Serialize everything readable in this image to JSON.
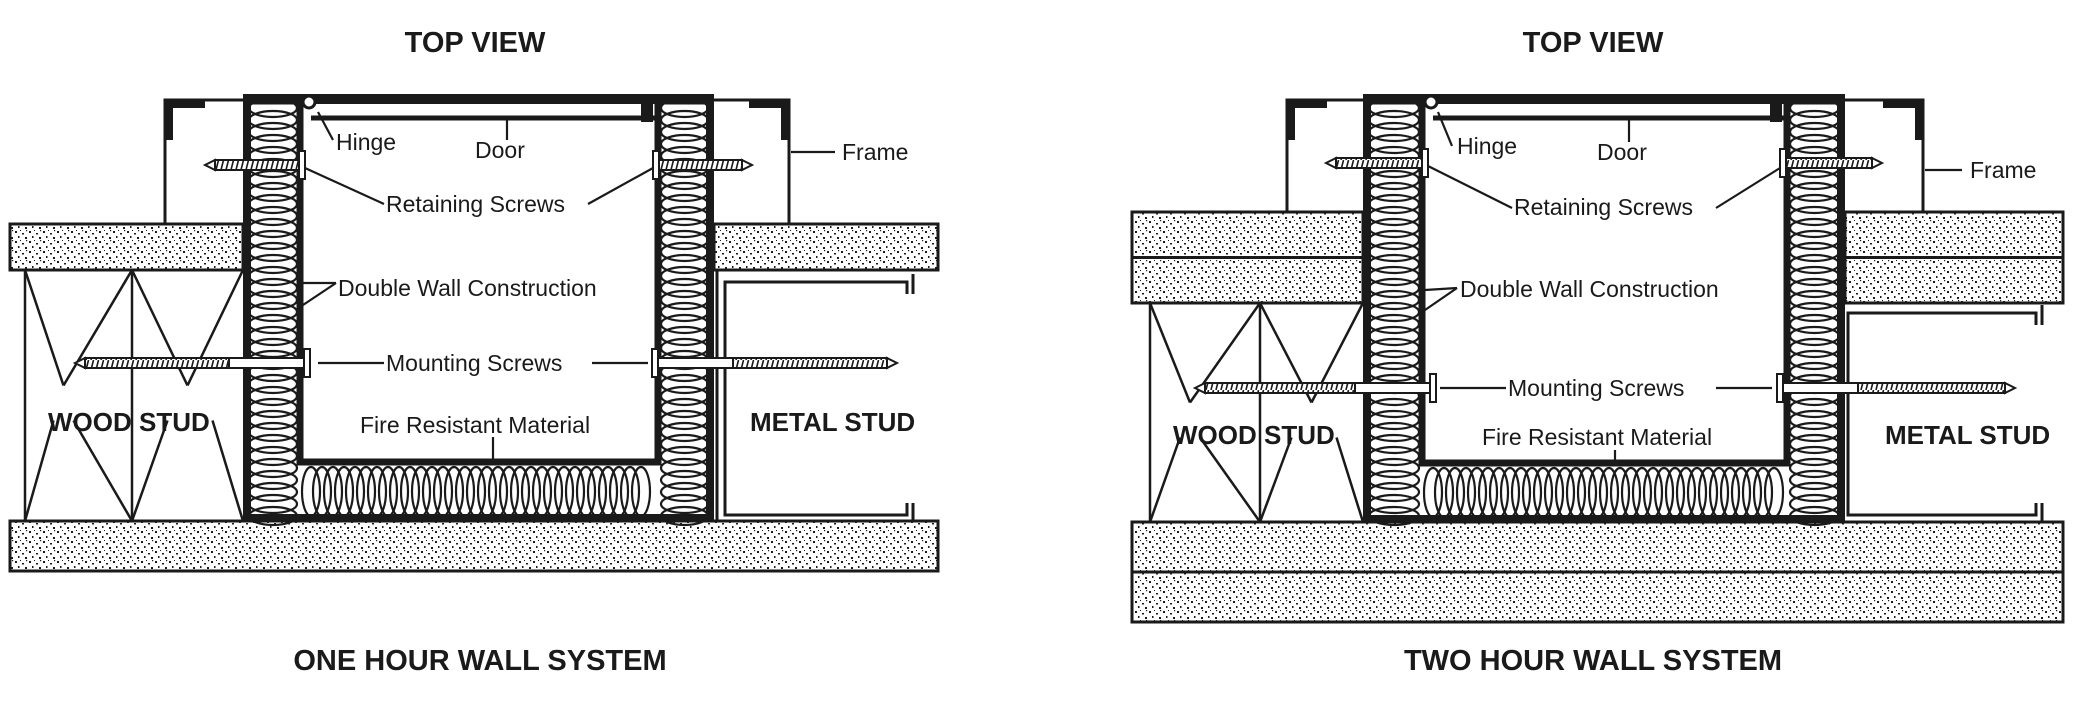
{
  "colors": {
    "ink": "#1a1a1a",
    "paper": "#ffffff"
  },
  "diagrams": [
    {
      "id": "one-hour",
      "heading": "TOP VIEW",
      "caption": "ONE HOUR WALL SYSTEM",
      "wall_layers": 1,
      "labels": {
        "hinge": "Hinge",
        "door": "Door",
        "frame": "Frame",
        "retaining_screws": "Retaining Screws",
        "double_wall": "Double Wall Construction",
        "mounting_screws": "Mounting Screws",
        "fire_material": "Fire Resistant Material",
        "wood_stud": "WOOD STUD",
        "metal_stud": "METAL STUD"
      }
    },
    {
      "id": "two-hour",
      "heading": "TOP VIEW",
      "caption": "TWO HOUR WALL SYSTEM",
      "wall_layers": 2,
      "labels": {
        "hinge": "Hinge",
        "door": "Door",
        "frame": "Frame",
        "retaining_screws": "Retaining Screws",
        "double_wall": "Double Wall Construction",
        "mounting_screws": "Mounting Screws",
        "fire_material": "Fire Resistant Material",
        "wood_stud": "WOOD STUD",
        "metal_stud": "METAL STUD"
      }
    }
  ]
}
